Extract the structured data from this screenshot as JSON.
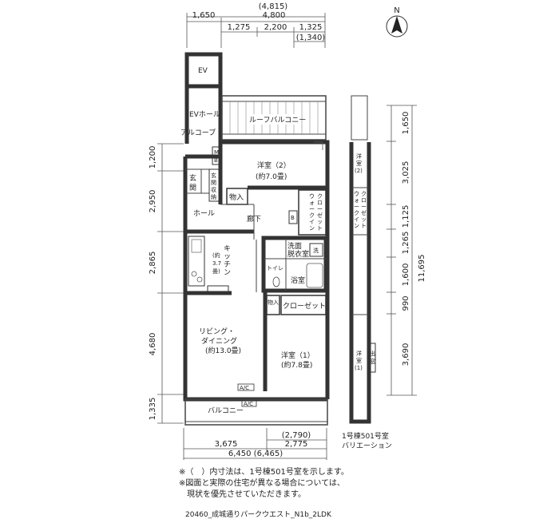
{
  "top_dims": {
    "overall": "(4,815)",
    "row1_left": "1,650",
    "row1_right": "4,800",
    "row2_a": "1,275",
    "row2_b": "2,200",
    "row2_c": "1,325",
    "row3_c": "(1,340)"
  },
  "left_dims": [
    "1,200",
    "2,950",
    "2,865",
    "4,680",
    "1,335"
  ],
  "right_dims": [
    "1,650",
    "3,025",
    "1,125",
    "1,265",
    "1,600",
    "990",
    "3,690"
  ],
  "right_total": "11,695",
  "bottom_dims": {
    "upper": "(2,790)",
    "seg_left": "3,675",
    "seg_right": "2,775",
    "total": "6,450 (6,465)"
  },
  "rooms": {
    "ev": "EV",
    "ev_hall": "EVホール",
    "alcove": "アルコーブ",
    "roof_balcony": "ルーフバルコニー",
    "western2_name": "洋室（2）",
    "western2_size": "(約7.0畳)",
    "genkan": [
      "玄",
      "関"
    ],
    "genkan_storage": [
      "玄",
      "関",
      "収",
      "納"
    ],
    "mb": [
      "M",
      "B"
    ],
    "storage": "物入",
    "hall": "ホール",
    "corridor": "廊下",
    "walkin_left": [
      "ウ",
      "ォ",
      "ー",
      "ク",
      "イ",
      "ン",
      "ク",
      "ロ",
      "ー",
      "ゼ",
      "ッ",
      "ト"
    ],
    "b_mark": "B",
    "kitchen": [
      "キ",
      "ッ",
      "チ",
      "ン",
      "(約",
      "3.7",
      "畳)"
    ],
    "washroom": [
      "洗面",
      "脱衣室"
    ],
    "laundry": "洗",
    "toilet": "トイレ",
    "bathroom": "浴室",
    "storage2": "物入",
    "closet": "クローゼット",
    "living_name": "リビング・",
    "living_name2": "ダイニング",
    "living_size": "(約13.0畳)",
    "western1_name": "洋室（1）",
    "western1_size": "(約7.8畳)",
    "ac1": "A/C",
    "ac2": "A/C",
    "balcony": "バルコニー"
  },
  "variation": {
    "western2": [
      "洋",
      "室",
      "(2)"
    ],
    "walkin": [
      "ウ",
      "ォ",
      "ー",
      "ク",
      "イ",
      "ン",
      "ク",
      "ロ",
      "ー",
      "ゼ",
      "ッ",
      "ト"
    ],
    "western1": [
      "洋",
      "室",
      "(1)"
    ],
    "window": [
      "出",
      "窓"
    ],
    "caption_line1": "1号棟501号室",
    "caption_line2": "バリエーション"
  },
  "compass": "N",
  "notes": [
    "※（　）内寸法は、1号棟501号室を示します。",
    "※図面と実際の住宅が異なる場合については、",
    "　現状を優先させていただきます。"
  ],
  "caption": "20460_成城通りパークウエスト_N1b_2LDK"
}
